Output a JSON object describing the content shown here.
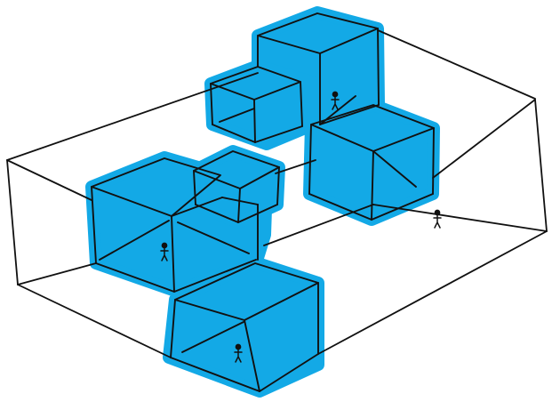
{
  "colors": {
    "background": "#ffffff",
    "volume_fill": "#13a9e6",
    "ink": "#111111"
  },
  "figures": [
    {
      "name": "figure-top-cluster"
    },
    {
      "name": "figure-right-of-center"
    },
    {
      "name": "figure-left-cluster"
    },
    {
      "name": "figure-bottom-cube"
    }
  ]
}
